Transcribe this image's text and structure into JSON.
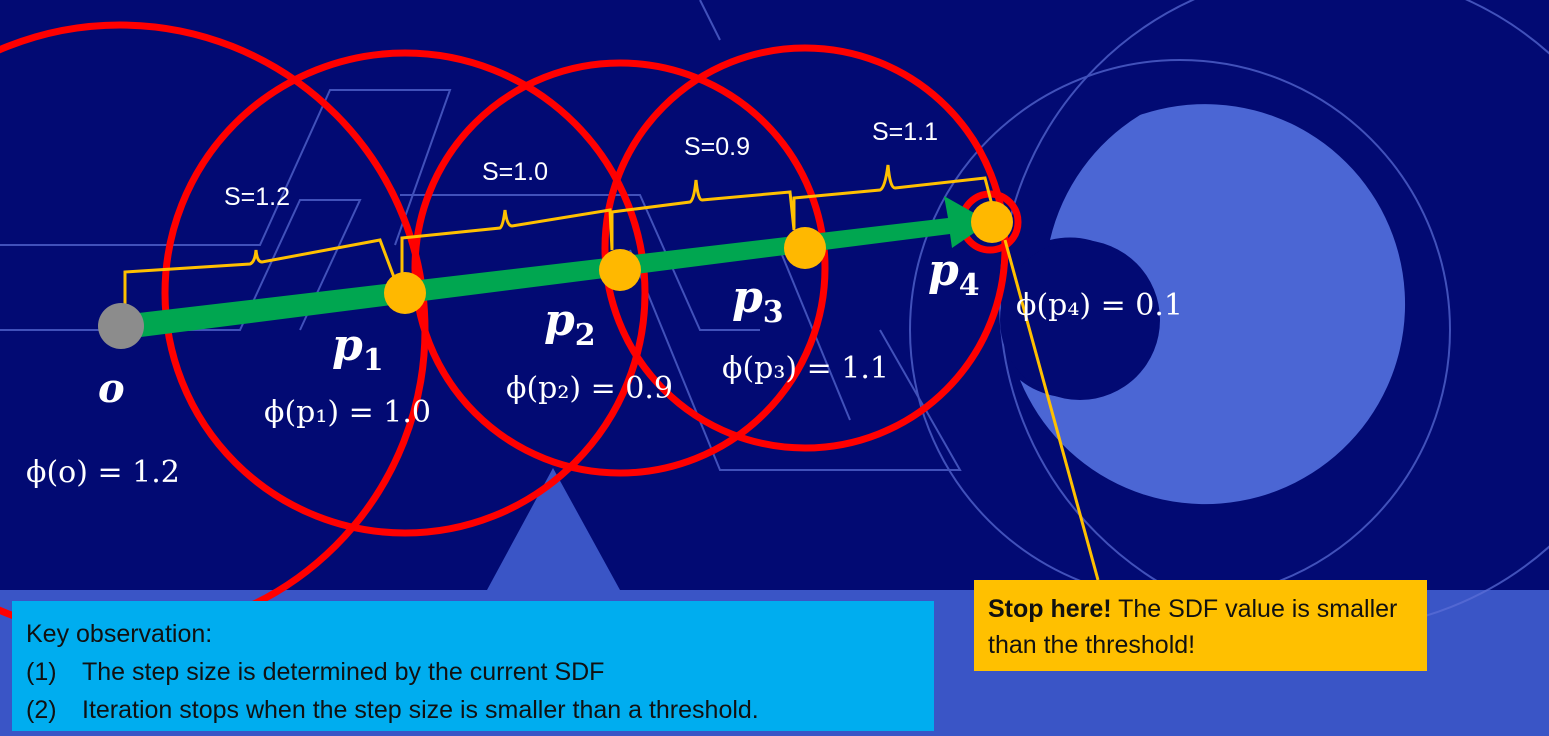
{
  "points": {
    "o": {
      "label": "o",
      "sdf": "ϕ(o) = 1.2"
    },
    "p1": {
      "label": "p",
      "sub": "1",
      "sdf": "ϕ(p₁) = 1.0"
    },
    "p2": {
      "label": "p",
      "sub": "2",
      "sdf": "ϕ(p₂) = 0.9"
    },
    "p3": {
      "label": "p",
      "sub": "3",
      "sdf": "ϕ(p₃) = 1.1"
    },
    "p4": {
      "label": "p",
      "sub": "4",
      "sdf": "ϕ(p₄) = 0.1"
    }
  },
  "steps": [
    "S=1.2",
    "S=1.0",
    "S=0.9",
    "S=1.1"
  ],
  "key_observation": {
    "title": "Key observation:",
    "items": [
      {
        "num": "(1)",
        "text": "The step size is determined by the current SDF"
      },
      {
        "num": "(2)",
        "text": "Iteration stops when the step size is smaller than a threshold."
      }
    ]
  },
  "callout": {
    "bold": "Stop here!",
    "text": " The SDF value is smaller than the threshold!"
  },
  "colors": {
    "background": "#020a73",
    "shape_fill": "#3a55c6",
    "circle": "#ff0000",
    "ray": "#00a650",
    "point": "#ffb800",
    "origin": "#8c8c8c",
    "bracket": "#ffc000",
    "key_box": "#00adef",
    "callout_box": "#ffc000"
  }
}
